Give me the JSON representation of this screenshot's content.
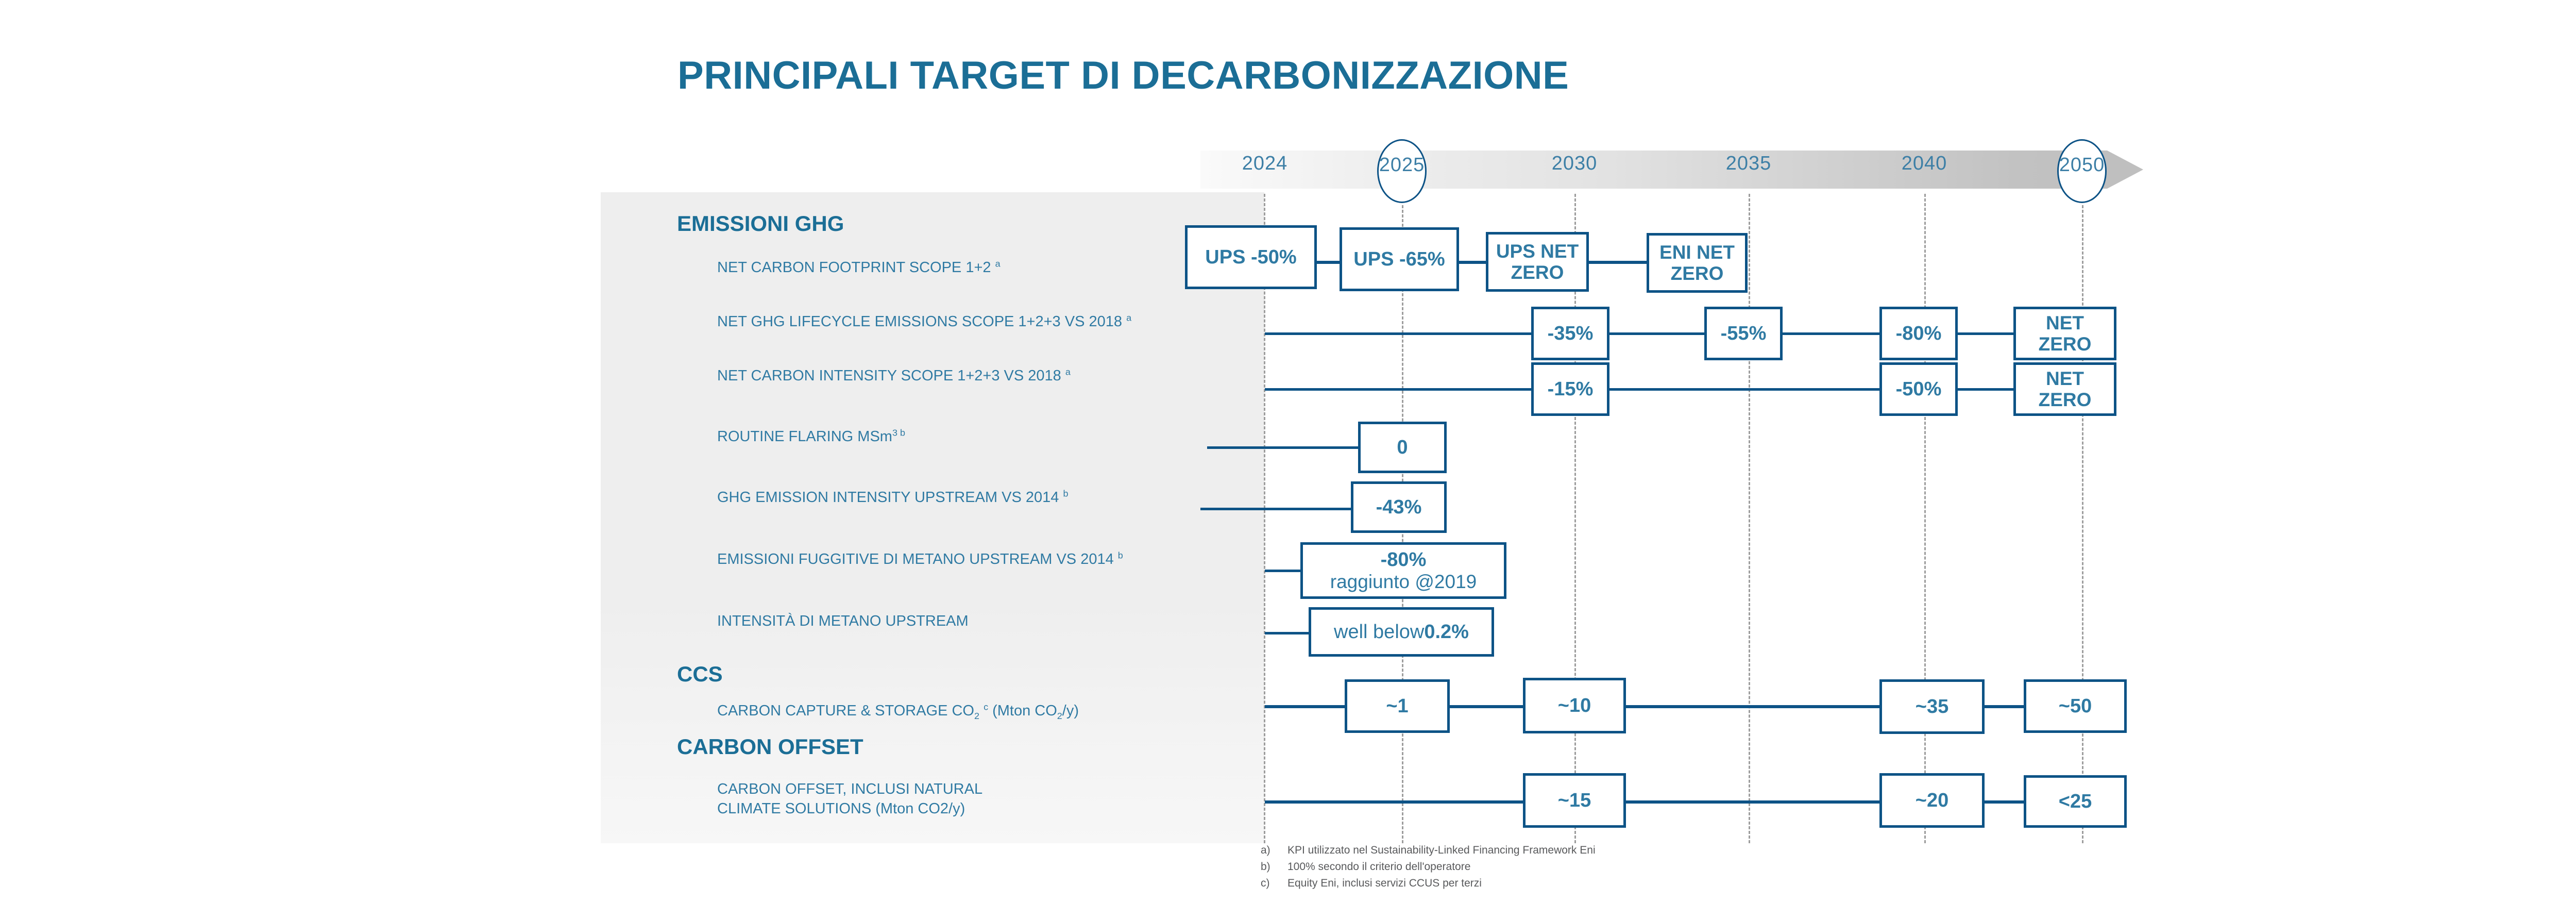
{
  "title": "PRINCIPALI TARGET DI DECARBONIZZAZIONE",
  "colors": {
    "title_blue": "#1b6e96",
    "box_border": "#0d5386",
    "text_blue": "#2f7aa3",
    "panel_gray": "#eeeeee",
    "guide_gray": "#9d9d9d",
    "footnote_gray": "#58595b"
  },
  "timeline": {
    "years": [
      {
        "label": "2024",
        "circled": false
      },
      {
        "label": "2025",
        "circled": true
      },
      {
        "label": "2030",
        "circled": false
      },
      {
        "label": "2035",
        "circled": false
      },
      {
        "label": "2040",
        "circled": false
      },
      {
        "label": "2050",
        "circled": true
      }
    ]
  },
  "sections": [
    {
      "id": "emissioni-ghg",
      "heading": "EMISSIONI GHG"
    },
    {
      "id": "ccs",
      "heading": "CCS"
    },
    {
      "id": "carbon-offset",
      "heading": "CARBON OFFSET"
    }
  ],
  "rows": [
    {
      "id": "net-carbon-footprint",
      "label_html": "NET CARBON FOOTPRINT SCOPE 1+2 <sup>a</sup>",
      "label_text": "NET CARBON FOOTPRINT SCOPE 1+2 a",
      "values": [
        {
          "year": "2024",
          "text": "UPS -50%"
        },
        {
          "year": "2025",
          "text": "UPS -65%"
        },
        {
          "year": "2030",
          "text": "UPS NET ZERO"
        },
        {
          "year": "2035",
          "text": "ENI NET ZERO"
        }
      ]
    },
    {
      "id": "net-ghg-lifecycle",
      "label_html": "NET GHG LIFECYCLE EMISSIONS SCOPE 1+2+3 VS 2018 <sup>a</sup>",
      "label_text": "NET GHG LIFECYCLE EMISSIONS SCOPE 1+2+3 VS 2018 a",
      "values": [
        {
          "year": "2030",
          "text": "-35%"
        },
        {
          "year": "2035",
          "text": "-55%"
        },
        {
          "year": "2040",
          "text": "-80%"
        },
        {
          "year": "2050",
          "text": "NET ZERO"
        }
      ]
    },
    {
      "id": "net-carbon-intensity",
      "label_html": "NET CARBON INTENSITY SCOPE 1+2+3 VS 2018 <sup>a</sup>",
      "label_text": "NET CARBON INTENSITY SCOPE 1+2+3 VS 2018 a",
      "values": [
        {
          "year": "2030",
          "text": "-15%"
        },
        {
          "year": "2040",
          "text": "-50%"
        },
        {
          "year": "2050",
          "text": "NET ZERO"
        }
      ]
    },
    {
      "id": "routine-flaring",
      "label_html": "ROUTINE FLARING MSm<sup>3 b</sup>",
      "label_text": "ROUTINE FLARING MSm3 b",
      "values": [
        {
          "year": "2025",
          "text": "0"
        }
      ]
    },
    {
      "id": "ghg-emission-intensity-upstream",
      "label_html": "GHG EMISSION INTENSITY UPSTREAM VS 2014 <sup>b</sup>",
      "label_text": "GHG EMISSION INTENSITY UPSTREAM VS 2014 b",
      "values": [
        {
          "year": "2025",
          "text": "-43%"
        }
      ]
    },
    {
      "id": "emissioni-fuggitive-metano",
      "label_html": "EMISSIONI FUGGITIVE DI METANO UPSTREAM VS 2014 <sup>b</sup>",
      "label_text": "EMISSIONI FUGGITIVE DI METANO UPSTREAM VS 2014 b",
      "values": [
        {
          "year": "2025",
          "text": "-80%",
          "subtext": "raggiunto @2019"
        }
      ]
    },
    {
      "id": "intensita-metano-upstream",
      "label_html": "INTENSITÀ DI METANO UPSTREAM",
      "label_text": "INTENSITÀ DI METANO UPSTREAM",
      "values": [
        {
          "year": "2025",
          "prefix": "well below ",
          "text": "0.2%"
        }
      ]
    },
    {
      "id": "carbon-capture-storage",
      "label_html": "CARBON CAPTURE &amp; STORAGE CO<sub>2</sub> <sup>c</sup> (Mton CO<sub>2</sub>/y)",
      "label_text": "CARBON CAPTURE & STORAGE CO2 c (Mton CO2/y)",
      "values": [
        {
          "year": "2025",
          "text": "~1"
        },
        {
          "year": "2030",
          "text": "~10"
        },
        {
          "year": "2040",
          "text": "~35"
        },
        {
          "year": "2050",
          "text": "~50"
        }
      ]
    },
    {
      "id": "carbon-offset-ncs",
      "label_html": "CARBON OFFSET, INCLUSI NATURAL CLIMATE SOLUTIONS (Mton CO2/y)",
      "label_text": "CARBON OFFSET, INCLUSI NATURAL CLIMATE SOLUTIONS (Mton CO2/y)",
      "values": [
        {
          "year": "2030",
          "text": "~15"
        },
        {
          "year": "2040",
          "text": "~20"
        },
        {
          "year": "2050",
          "text": "<25"
        }
      ]
    }
  ],
  "footnotes": [
    {
      "key": "a)",
      "text": "KPI utilizzato nel Sustainability-Linked Financing Framework Eni"
    },
    {
      "key": "b)",
      "text": "100% secondo il criterio dell'operatore"
    },
    {
      "key": "c)",
      "text": "Equity Eni, inclusi servizi CCUS per terzi"
    }
  ]
}
